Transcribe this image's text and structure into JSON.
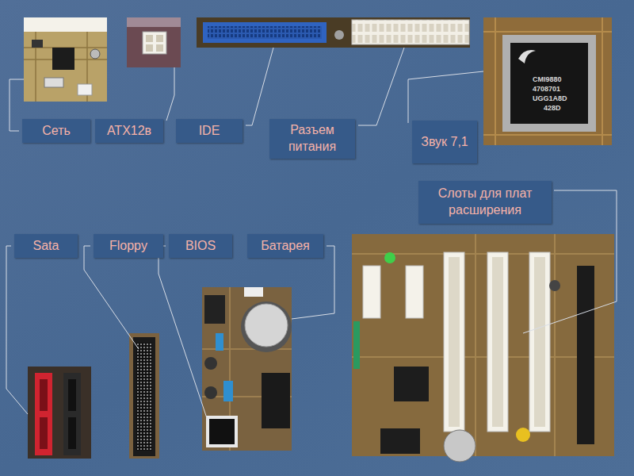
{
  "diagram": {
    "nodes": [
      {
        "text": [
          "Сеть"
        ]
      },
      {
        "text": [
          "ATX12в"
        ]
      },
      {
        "text": [
          "IDE"
        ]
      },
      {
        "text": [
          "Разъем питания"
        ]
      },
      {
        "text": [
          "Звук 7,1"
        ]
      },
      {
        "text": [
          "Слоты для плат расширения"
        ]
      },
      {
        "text": [
          "Sata"
        ]
      },
      {
        "text": [
          "Floppy"
        ]
      },
      {
        "text": [
          "BIOS"
        ]
      },
      {
        "text": [
          "Батарея"
        ]
      }
    ],
    "labels": [
      "CMI9880",
      "4708701",
      "UGG1A8D",
      "428D"
    ]
  }
}
